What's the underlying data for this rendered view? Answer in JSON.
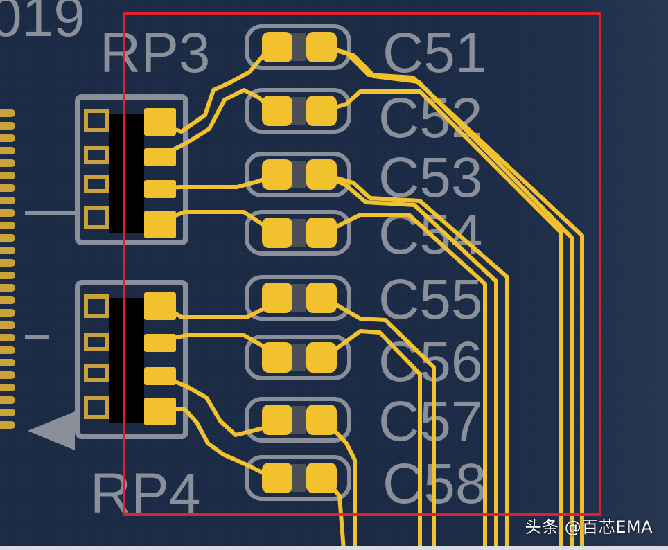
{
  "colors": {
    "board": "#1b2a44",
    "copper": "#f2c12e",
    "silk": "#8a8f99",
    "highlight": "#e0202a",
    "body": "#000000"
  },
  "silkscreen": {
    "partial_top_left": "019",
    "rp3": "RP3",
    "rp4": "RP4",
    "caps": [
      "C51",
      "C52",
      "C53",
      "C54",
      "C55",
      "C56",
      "C57",
      "C58"
    ]
  },
  "watermark": "头条 @百芯EMA"
}
